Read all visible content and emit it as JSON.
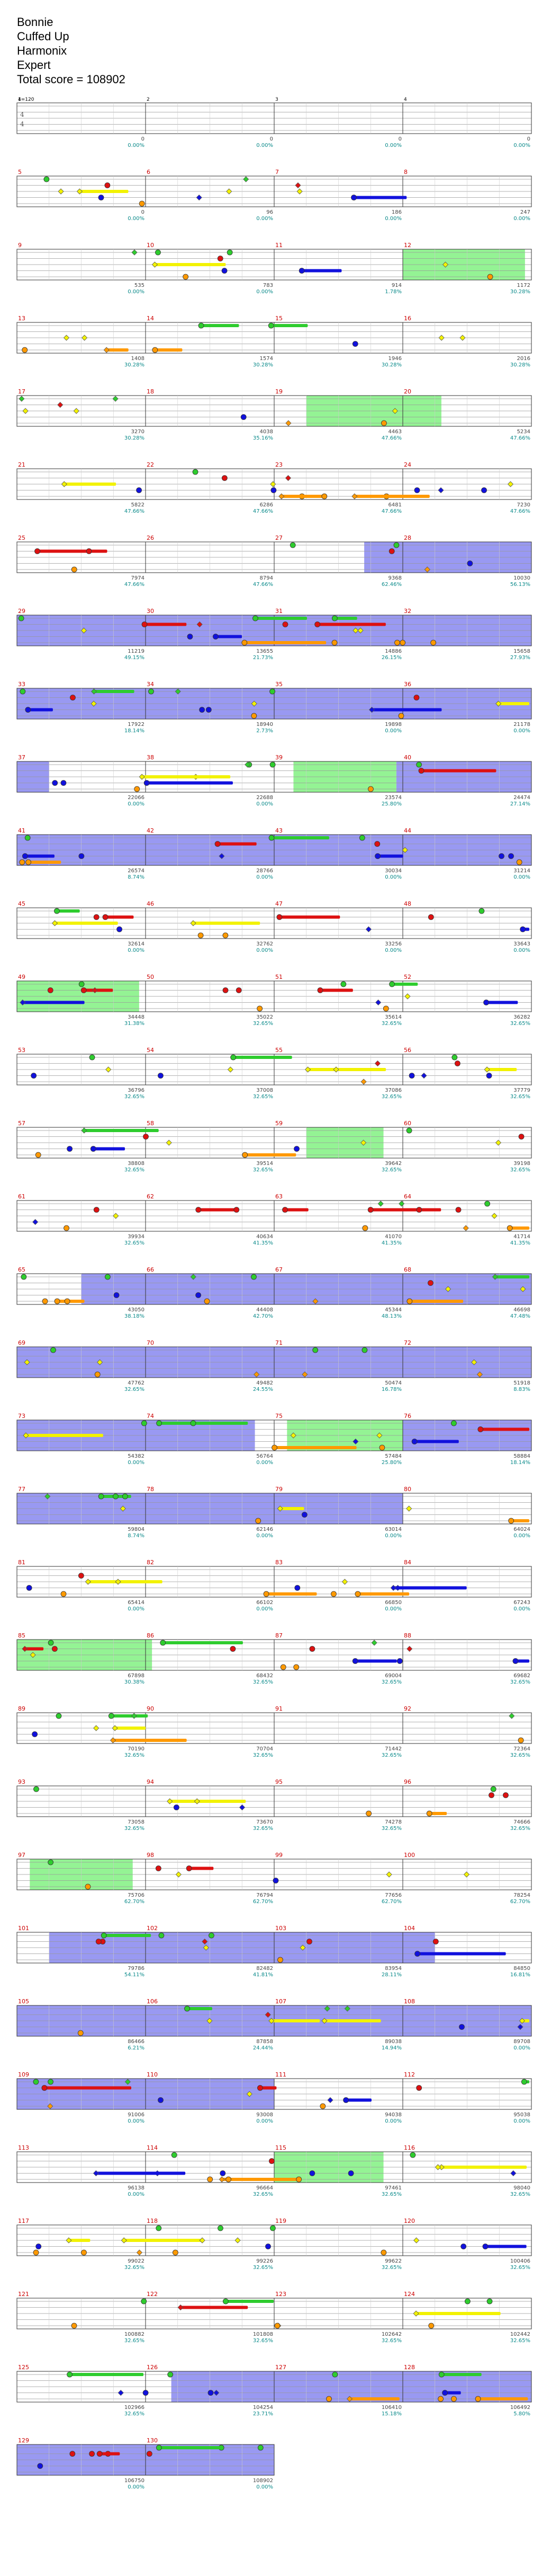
{
  "song": {
    "artist": "Bonnie",
    "title": "Cuffed Up",
    "charter": "Harmonix",
    "difficulty": "Expert",
    "total_score_label": "Total score = 108902"
  },
  "chart_data": {
    "type": "table",
    "lane_colors": {
      "green": "#2ecc2e",
      "red": "#dd1111",
      "yellow": "#f2f200",
      "blue": "#1111dd",
      "orange": "#ff9900"
    },
    "section_colors": {
      "overdrive": "#7777ee",
      "solo": "#66ee66",
      "overlap": "#5599aa",
      "bre": "#ff9999"
    },
    "tempo_label": "4=120",
    "time_signature": "4/4",
    "rows": [
      {
        "measures": [
          1,
          2,
          3,
          4
        ],
        "scores": [
          "0",
          "0",
          "0",
          "0"
        ],
        "pcts": [
          "0.00%",
          "0.00%",
          "0.00%",
          "0.00%"
        ],
        "overdrive": [],
        "solo": []
      },
      {
        "measures": [
          5,
          6,
          7,
          8
        ],
        "scores": [
          "0",
          "96",
          "186",
          "247"
        ],
        "pcts": [
          "0.00%",
          "0.00%",
          "0.00%",
          "0.00%"
        ],
        "overdrive": [],
        "solo": []
      },
      {
        "measures": [
          9,
          10,
          11,
          12
        ],
        "scores": [
          "535",
          "783",
          "914",
          "1172"
        ],
        "pcts": [
          "0.00%",
          "0.00%",
          "1.78%",
          "30.28%"
        ],
        "overdrive": [],
        "solo": [
          [
            3.0,
            3.95
          ]
        ]
      },
      {
        "measures": [
          13,
          14,
          15,
          16
        ],
        "scores": [
          "1408",
          "1574",
          "1946",
          "2016"
        ],
        "pcts": [
          "30.28%",
          "30.28%",
          "30.28%",
          "30.28%"
        ],
        "overdrive": [],
        "solo": []
      },
      {
        "measures": [
          17,
          18,
          19,
          20
        ],
        "scores": [
          "3270",
          "4038",
          "4463",
          "5234"
        ],
        "pcts": [
          "30.28%",
          "35.16%",
          "47.66%",
          "47.66%"
        ],
        "overdrive": [],
        "solo": [
          [
            2.25,
            3.3
          ]
        ]
      },
      {
        "measures": [
          21,
          22,
          23,
          24
        ],
        "scores": [
          "5822",
          "6286",
          "6481",
          "7230"
        ],
        "pcts": [
          "47.66%",
          "47.66%",
          "47.66%",
          "47.66%"
        ],
        "overdrive": [],
        "solo": []
      },
      {
        "measures": [
          25,
          26,
          27,
          28
        ],
        "scores": [
          "7974",
          "8794",
          "9368",
          "10030"
        ],
        "pcts": [
          "47.66%",
          "47.66%",
          "62.46%",
          "56.13%"
        ],
        "overdrive": [
          [
            2.7,
            4.0
          ]
        ],
        "solo": []
      },
      {
        "measures": [
          29,
          30,
          31,
          32
        ],
        "scores": [
          "11219",
          "13655",
          "14886",
          "15658"
        ],
        "pcts": [
          "49.15%",
          "21.73%",
          "26.15%",
          "27.93%"
        ],
        "overdrive": [
          [
            0,
            4.0
          ]
        ],
        "solo": []
      },
      {
        "measures": [
          33,
          34,
          35,
          36
        ],
        "scores": [
          "17922",
          "18940",
          "19898",
          "21178"
        ],
        "pcts": [
          "18.14%",
          "2.73%",
          "0.00%",
          "0.00%"
        ],
        "overdrive": [
          [
            0,
            4.0
          ]
        ],
        "solo": []
      },
      {
        "measures": [
          37,
          38,
          39,
          40
        ],
        "scores": [
          "22066",
          "22688",
          "23574",
          "24474"
        ],
        "pcts": [
          "0.00%",
          "0.00%",
          "25.80%",
          "27.14%"
        ],
        "overdrive": [
          [
            0,
            0.25
          ],
          [
            2.95,
            4.0
          ]
        ],
        "solo": [
          [
            2.15,
            2.95
          ]
        ]
      },
      {
        "measures": [
          41,
          42,
          43,
          44
        ],
        "scores": [
          "26574",
          "28766",
          "30034",
          "31214"
        ],
        "pcts": [
          "8.74%",
          "0.00%",
          "0.00%",
          "0.00%"
        ],
        "overdrive": [
          [
            0,
            4.0
          ]
        ],
        "solo": []
      },
      {
        "measures": [
          45,
          46,
          47,
          48
        ],
        "scores": [
          "32614",
          "32762",
          "33256",
          "33643"
        ],
        "pcts": [
          "0.00%",
          "0.00%",
          "0.00%",
          "0.00%"
        ],
        "overdrive": [],
        "solo": []
      },
      {
        "measures": [
          49,
          50,
          51,
          52
        ],
        "scores": [
          "34448",
          "35022",
          "35614",
          "36282"
        ],
        "pcts": [
          "31.38%",
          "32.65%",
          "32.65%",
          "32.65%"
        ],
        "overdrive": [],
        "solo": [
          [
            0,
            0.95
          ]
        ]
      },
      {
        "measures": [
          53,
          54,
          55,
          56
        ],
        "scores": [
          "36796",
          "37008",
          "37086",
          "37779"
        ],
        "pcts": [
          "32.65%",
          "32.65%",
          "32.65%",
          "32.65%"
        ],
        "overdrive": [],
        "solo": []
      },
      {
        "measures": [
          57,
          58,
          59,
          60
        ],
        "scores": [
          "38808",
          "39514",
          "39642",
          "39198"
        ],
        "pcts": [
          "32.65%",
          "32.65%",
          "32.65%",
          "32.65%"
        ],
        "overdrive": [],
        "solo": [
          [
            2.25,
            2.85
          ]
        ]
      },
      {
        "measures": [
          61,
          62,
          63,
          64
        ],
        "scores": [
          "39934",
          "40634",
          "41070",
          "41714"
        ],
        "pcts": [
          "32.65%",
          "41.35%",
          "41.35%",
          "41.35%"
        ],
        "overdrive": [],
        "solo": []
      },
      {
        "measures": [
          65,
          66,
          67,
          68
        ],
        "scores": [
          "43050",
          "44408",
          "45344",
          "46698"
        ],
        "pcts": [
          "38.18%",
          "42.70%",
          "48.13%",
          "47.48%"
        ],
        "overdrive": [
          [
            0.5,
            4.0
          ]
        ],
        "solo": []
      },
      {
        "measures": [
          69,
          70,
          71,
          72
        ],
        "scores": [
          "47762",
          "49482",
          "50474",
          "51918"
        ],
        "pcts": [
          "32.65%",
          "24.55%",
          "16.78%",
          "8.83%"
        ],
        "overdrive": [
          [
            0,
            4.0
          ]
        ],
        "solo": []
      },
      {
        "measures": [
          73,
          74,
          75,
          76
        ],
        "scores": [
          "54382",
          "56764",
          "57484",
          "58884"
        ],
        "pcts": [
          "0.00%",
          "0.00%",
          "25.80%",
          "18.14%"
        ],
        "overdrive": [
          [
            0,
            1.85
          ],
          [
            3.0,
            4.0
          ]
        ],
        "solo": [
          [
            2.1,
            3.0
          ]
        ]
      },
      {
        "measures": [
          77,
          78,
          79,
          80
        ],
        "scores": [
          "59804",
          "62146",
          "63014",
          "64024"
        ],
        "pcts": [
          "8.74%",
          "0.00%",
          "0.00%",
          "0.00%"
        ],
        "overdrive": [
          [
            0,
            3.0
          ]
        ],
        "solo": []
      },
      {
        "measures": [
          81,
          82,
          83,
          84
        ],
        "scores": [
          "65414",
          "66102",
          "66850",
          "67243"
        ],
        "pcts": [
          "0.00%",
          "0.00%",
          "0.00%",
          "0.00%"
        ],
        "overdrive": [],
        "solo": []
      },
      {
        "measures": [
          85,
          86,
          87,
          88
        ],
        "scores": [
          "67898",
          "68432",
          "69004",
          "69682"
        ],
        "pcts": [
          "30.38%",
          "32.65%",
          "32.65%",
          "32.65%"
        ],
        "overdrive": [],
        "solo": [
          [
            0,
            1.05
          ]
        ]
      },
      {
        "measures": [
          89,
          90,
          91,
          92
        ],
        "scores": [
          "70190",
          "70704",
          "71442",
          "72364"
        ],
        "pcts": [
          "32.65%",
          "32.65%",
          "32.65%",
          "32.65%"
        ],
        "overdrive": [],
        "solo": []
      },
      {
        "measures": [
          93,
          94,
          95,
          96
        ],
        "scores": [
          "73058",
          "73670",
          "74278",
          "74666"
        ],
        "pcts": [
          "32.65%",
          "32.65%",
          "32.65%",
          "32.65%"
        ],
        "overdrive": [],
        "solo": []
      },
      {
        "measures": [
          97,
          98,
          99,
          100
        ],
        "scores": [
          "75706",
          "76794",
          "77656",
          "78254"
        ],
        "pcts": [
          "62.70%",
          "62.70%",
          "62.70%",
          "62.70%"
        ],
        "overdrive": [],
        "solo": [
          [
            0.1,
            0.9
          ]
        ]
      },
      {
        "measures": [
          101,
          102,
          103,
          104
        ],
        "scores": [
          "79786",
          "82482",
          "83954",
          "84850"
        ],
        "pcts": [
          "54.11%",
          "41.81%",
          "28.11%",
          "16.81%"
        ],
        "overdrive": [
          [
            0.25,
            3.25
          ]
        ],
        "solo": []
      },
      {
        "measures": [
          105,
          106,
          107,
          108
        ],
        "scores": [
          "86466",
          "87858",
          "89038",
          "89708"
        ],
        "pcts": [
          "6.21%",
          "24.44%",
          "14.94%",
          "0.00%"
        ],
        "overdrive": [
          [
            0,
            4.0
          ]
        ],
        "solo": []
      },
      {
        "measures": [
          109,
          110,
          111,
          112
        ],
        "scores": [
          "91006",
          "93008",
          "94038",
          "95038"
        ],
        "pcts": [
          "0.00%",
          "0.00%",
          "0.00%",
          "0.00%"
        ],
        "overdrive": [
          [
            0,
            2.0
          ]
        ],
        "solo": []
      },
      {
        "measures": [
          113,
          114,
          115,
          116
        ],
        "scores": [
          "96138",
          "96664",
          "97461",
          "98040"
        ],
        "pcts": [
          "0.00%",
          "32.65%",
          "32.65%",
          "32.65%"
        ],
        "overdrive": [],
        "solo": [
          [
            2.0,
            2.85
          ]
        ]
      },
      {
        "measures": [
          117,
          118,
          119,
          120
        ],
        "scores": [
          "99022",
          "99226",
          "99622",
          "100406"
        ],
        "pcts": [
          "32.65%",
          "32.65%",
          "32.65%",
          "32.65%"
        ],
        "overdrive": [],
        "solo": []
      },
      {
        "measures": [
          121,
          122,
          123,
          124
        ],
        "scores": [
          "100882",
          "101808",
          "102642",
          "102442"
        ],
        "pcts": [
          "32.65%",
          "32.65%",
          "32.65%",
          "32.65%"
        ],
        "overdrive": [],
        "solo": []
      },
      {
        "measures": [
          125,
          126,
          127,
          128
        ],
        "scores": [
          "102966",
          "104254",
          "106410",
          "106492"
        ],
        "pcts": [
          "32.65%",
          "23.71%",
          "15.18%",
          "5.80%"
        ],
        "overdrive": [
          [
            1.2,
            4.0
          ]
        ],
        "solo": []
      },
      {
        "measures": [
          129,
          130
        ],
        "scores": [
          "106750",
          "108902"
        ],
        "pcts": [
          "0.00%",
          "0.00%"
        ],
        "overdrive": [
          [
            0,
            2.0
          ]
        ],
        "solo": []
      }
    ]
  }
}
